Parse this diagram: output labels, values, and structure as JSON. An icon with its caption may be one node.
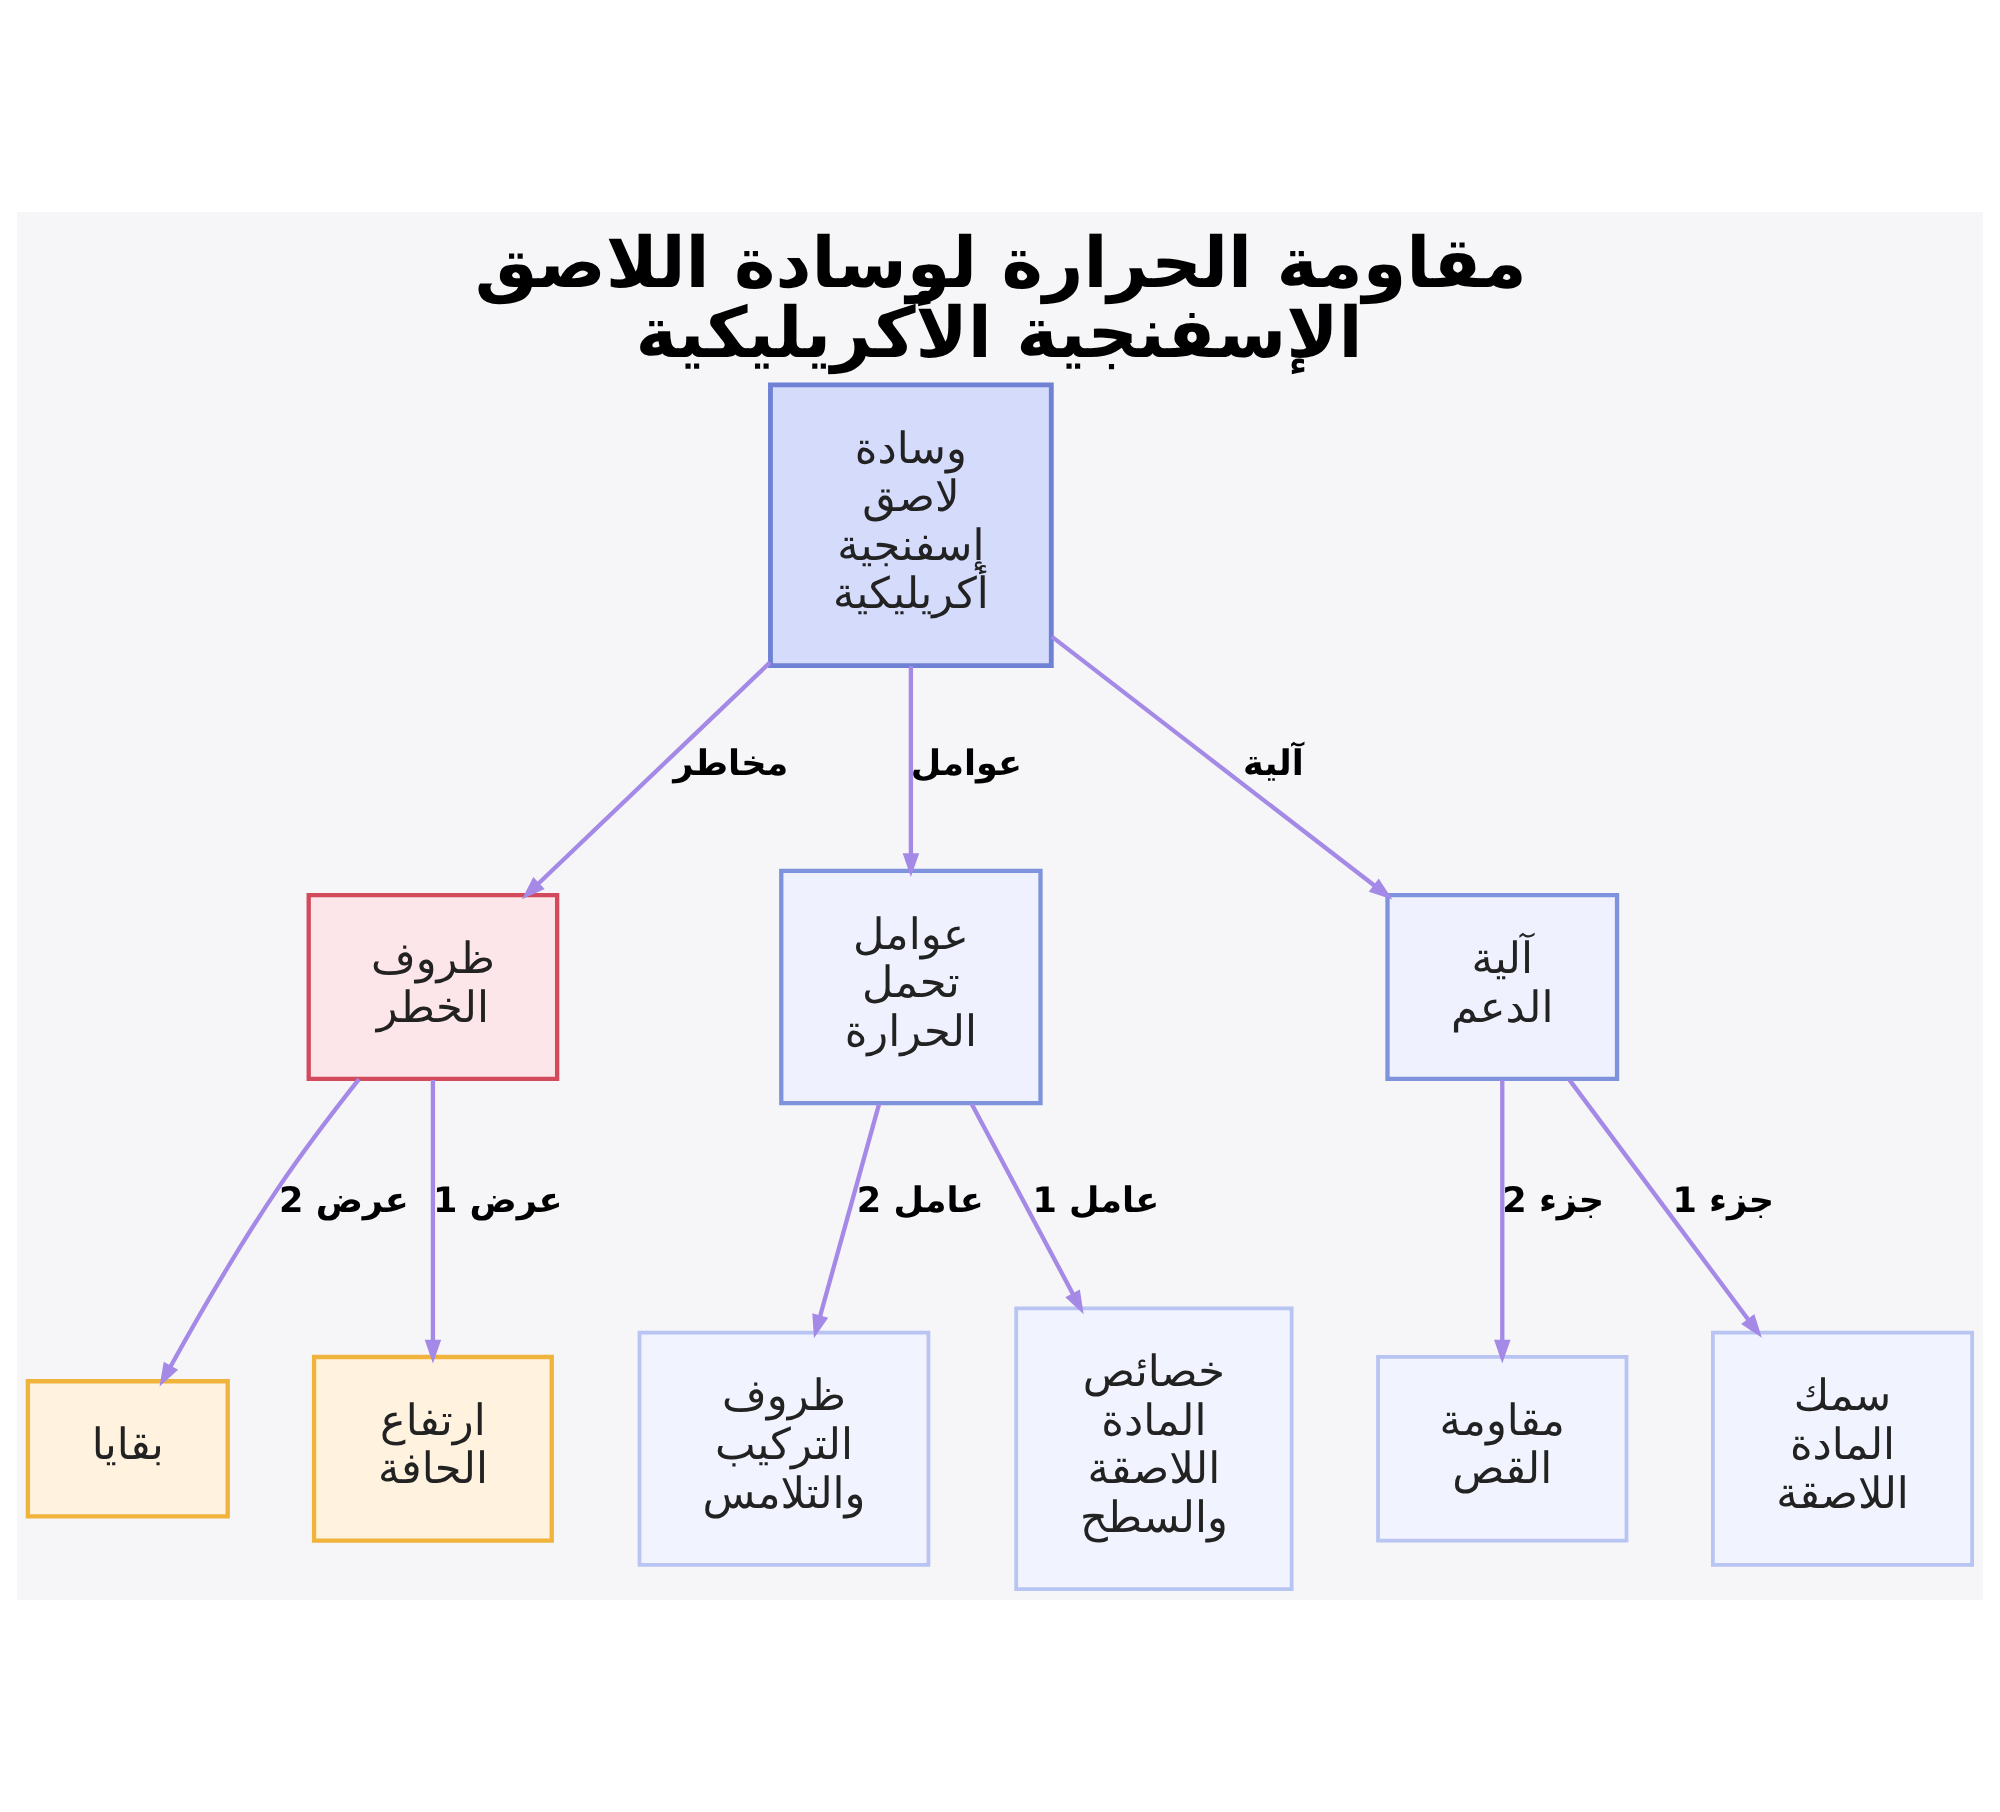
{
  "diagram": {
    "title": "مقاومة الحرارة لوسادة اللاصق الإسفنجية الأكريليكية",
    "nodes": [
      {
        "text": [
          "وسادة لاصق إسفنجية أكريليكية"
        ]
      },
      {
        "text": [
          "ظروف الخطر"
        ]
      },
      {
        "text": [
          "عوامل تحمل الحرارة"
        ]
      },
      {
        "text": [
          "آلية الدعم"
        ]
      },
      {
        "text": [
          "بقايا"
        ]
      },
      {
        "text": [
          "ارتفاع الحافة"
        ]
      },
      {
        "text": [
          "ظروف التركيب والتلامس"
        ]
      },
      {
        "text": [
          "خصائص المادة اللاصقة والسطح"
        ]
      },
      {
        "text": [
          "مقاومة القص"
        ]
      },
      {
        "text": [
          "سمك المادة اللاصقة"
        ]
      }
    ],
    "edges": [
      {
        "from": 0,
        "to": 1,
        "arrow": "to",
        "label": "مخاطر"
      },
      {
        "from": 0,
        "to": 2,
        "arrow": "to",
        "label": "عوامل"
      },
      {
        "from": 0,
        "to": 3,
        "arrow": "to",
        "label": "آلية"
      },
      {
        "from": 1,
        "to": 4,
        "arrow": "to",
        "label": "عرض 2"
      },
      {
        "from": 1,
        "to": 5,
        "arrow": "to",
        "label": "عرض 1"
      },
      {
        "from": 2,
        "to": 6,
        "arrow": "to",
        "label": "عامل 2"
      },
      {
        "from": 2,
        "to": 7,
        "arrow": "to",
        "label": "عامل 1"
      },
      {
        "from": 3,
        "to": 8,
        "arrow": "to",
        "label": "جزء 2"
      },
      {
        "from": 3,
        "to": 9,
        "arrow": "to",
        "label": "جزء 1"
      }
    ]
  }
}
